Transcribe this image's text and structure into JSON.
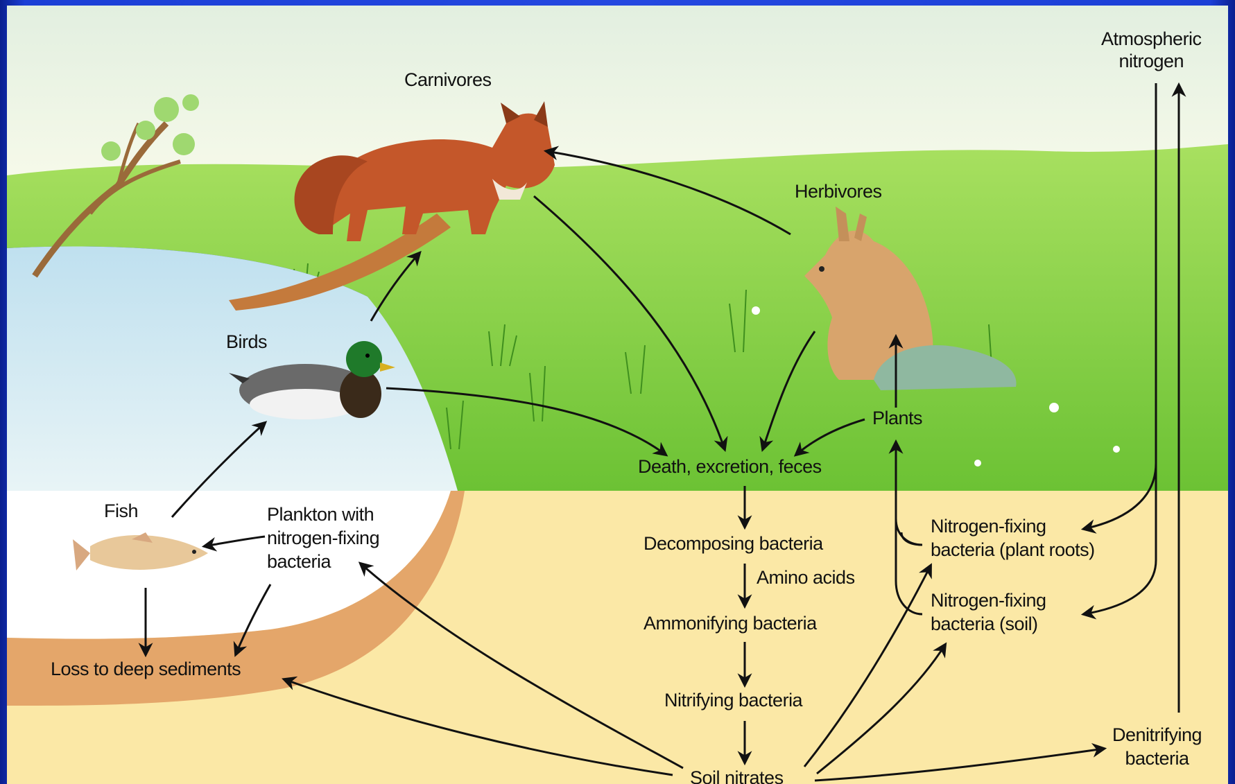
{
  "labels": {
    "carnivores": "Carnivores",
    "herbivores": "Herbivores",
    "atmospheric_nitrogen": "Atmospheric\nnitrogen",
    "birds": "Birds",
    "plants": "Plants",
    "death": "Death, excretion, feces",
    "fish": "Fish",
    "plankton": "Plankton with\nnitrogen-fixing\nbacteria",
    "decomposing": "Decomposing bacteria",
    "amino": "Amino acids",
    "nfix_roots": "Nitrogen-fixing\nbacteria (plant roots)",
    "nfix_soil": "Nitrogen-fixing\nbacteria (soil)",
    "ammonifying": "Ammonifying bacteria",
    "loss": "Loss to deep sediments",
    "nitrifying": "Nitrifying bacteria",
    "denitrifying": "Denitrifying\nbacteria",
    "soil_nitrates": "Soil nitrates"
  },
  "colors": {
    "sky": "#f4f8ec",
    "grass": "#8fd44a",
    "water": "#c9e6f2",
    "soil": "#fbe8a6",
    "sediment": "#e4a66a",
    "frame": "#1b3fd6"
  },
  "icons": [
    "fox-icon",
    "rabbit-icon",
    "duck-icon",
    "fish-icon",
    "tree-icon",
    "rock-icon"
  ]
}
